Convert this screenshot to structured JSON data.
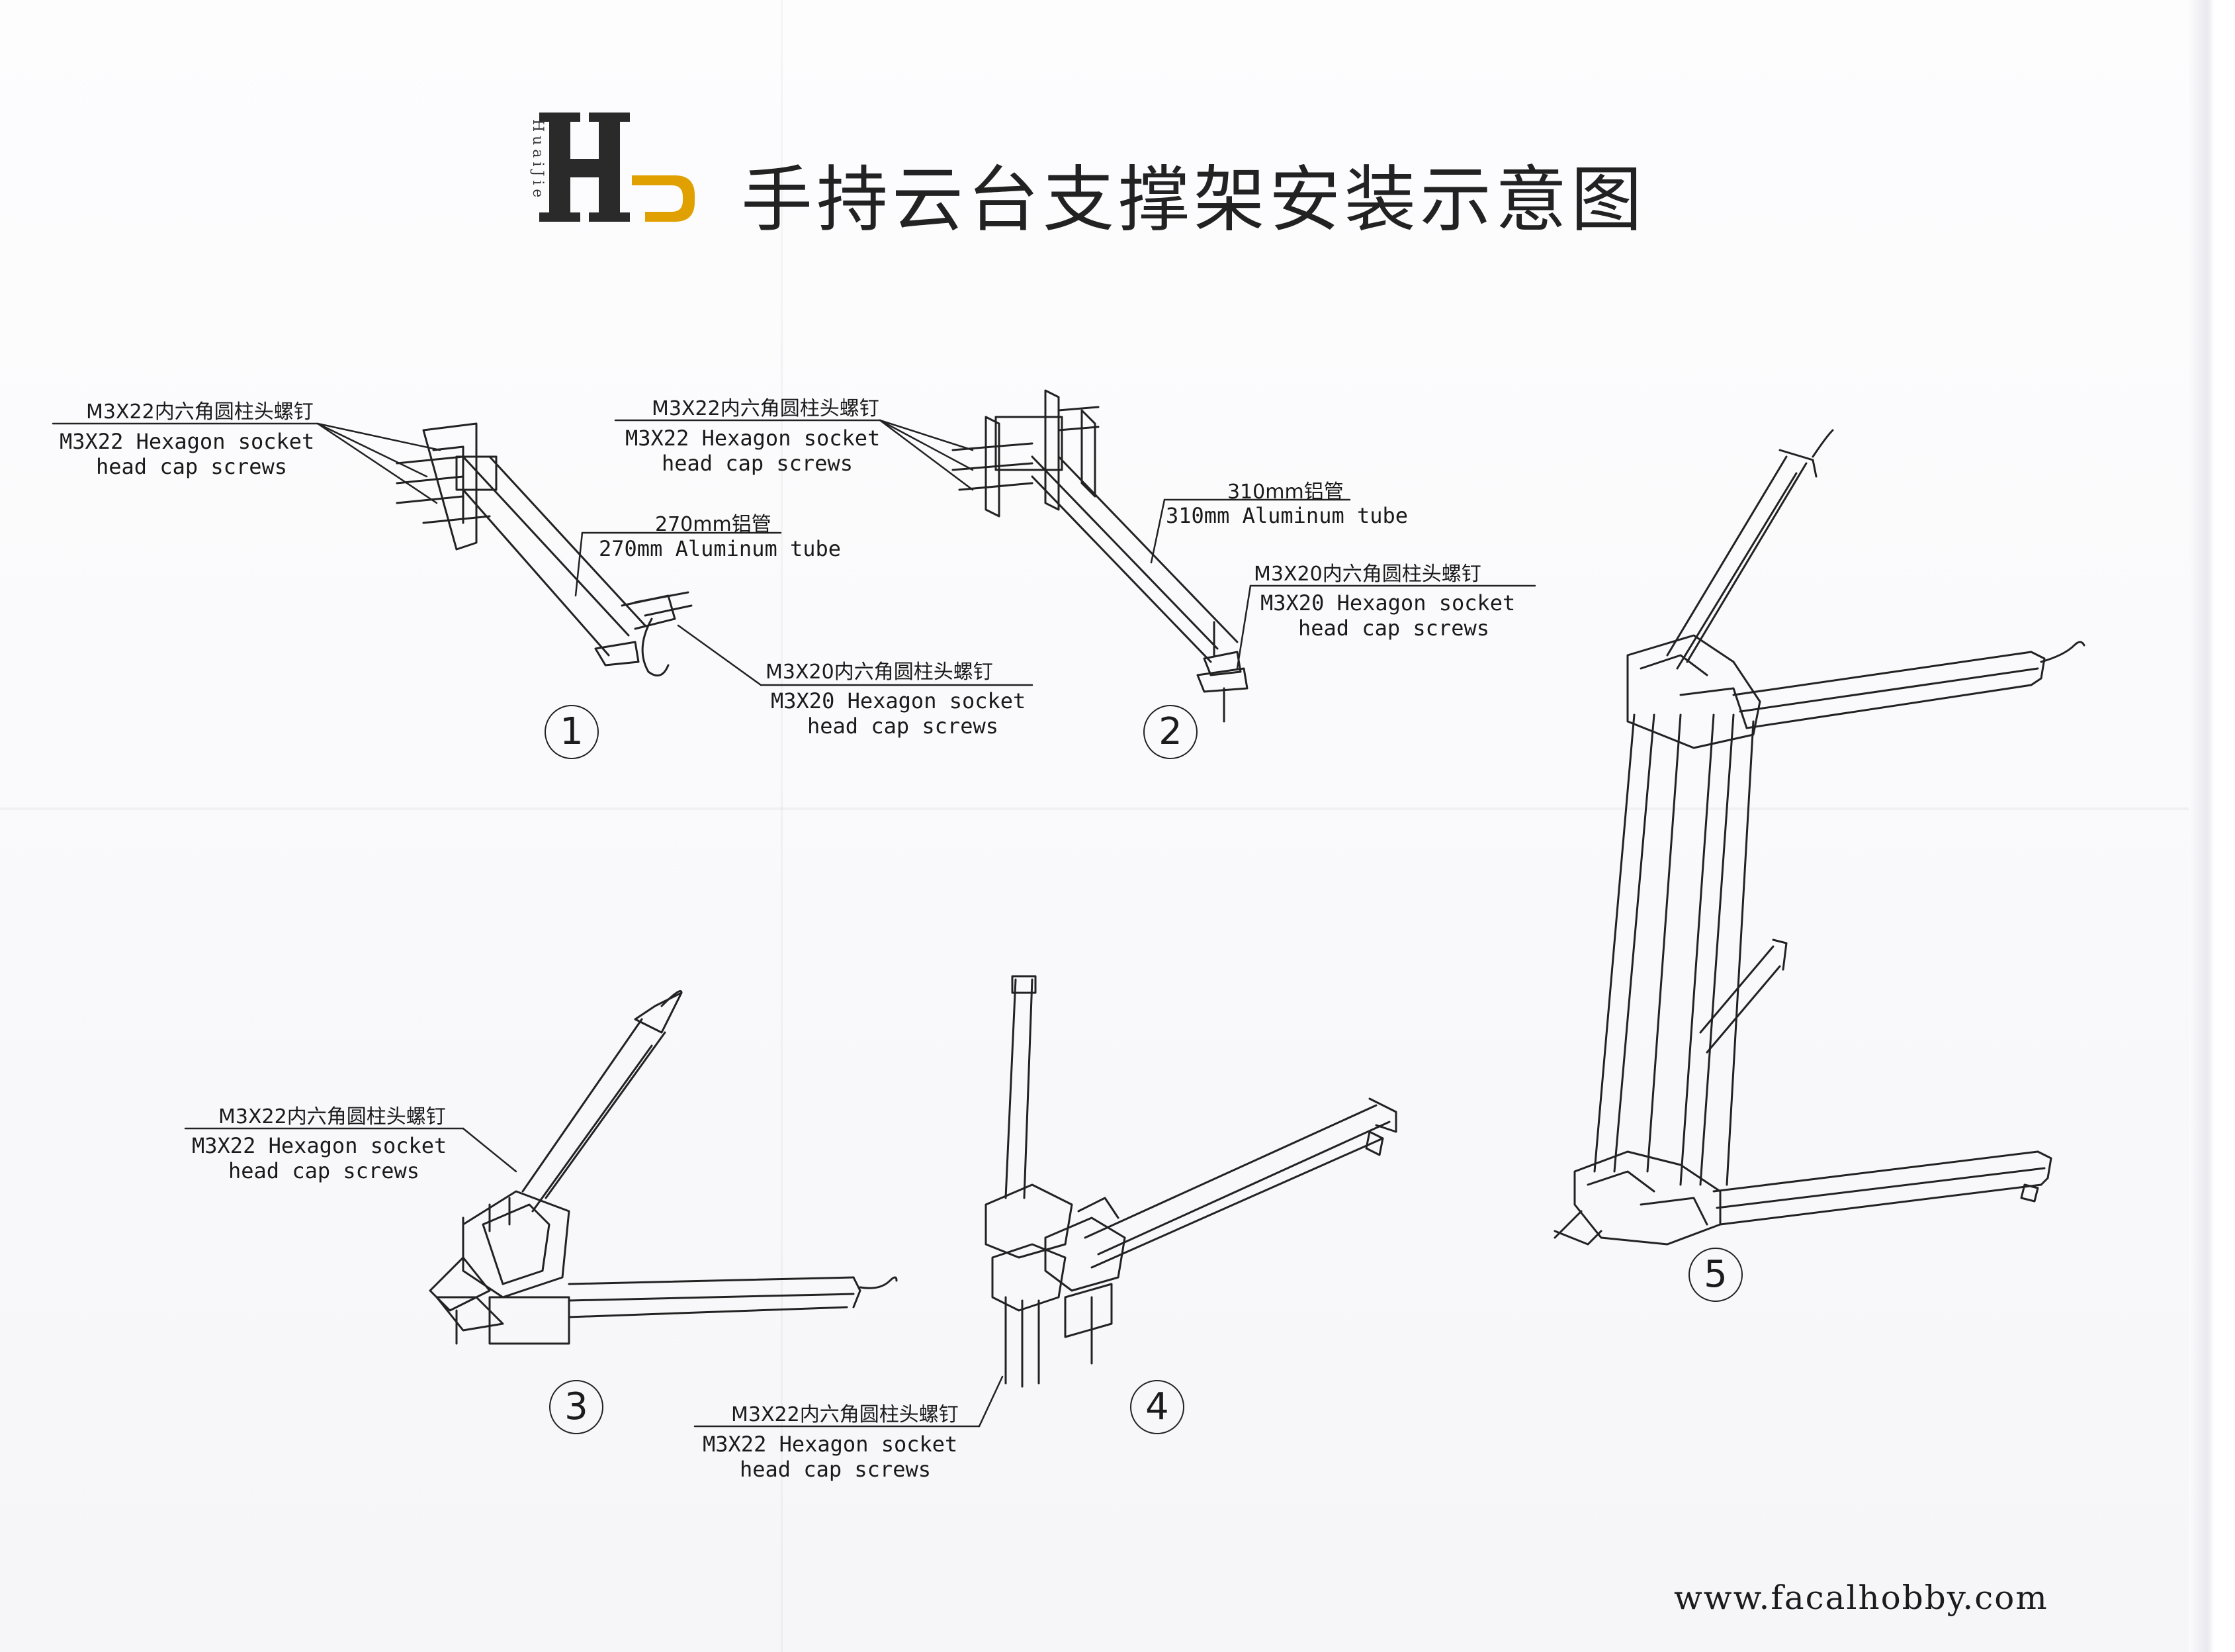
{
  "title": "手持云台支撑架安装示意图",
  "logo": {
    "letters": "HJ",
    "vertical_text": "HuaiJie",
    "accent_color": "#e0a000"
  },
  "labels": {
    "s1_screw_top_cn": "M3X22内六角圆柱头螺钉",
    "s1_screw_top_en1": "M3X22 Hexagon socket",
    "s1_screw_top_en2": "head cap screws",
    "s1_tube_cn": "270mm铝管",
    "s1_tube_en": "270mm Aluminum tube",
    "s1_screw_bot_cn": "M3X20内六角圆柱头螺钉",
    "s1_screw_bot_en1": "M3X20 Hexagon socket",
    "s1_screw_bot_en2": "head cap screws",
    "s2_screw_top_cn": "M3X22内六角圆柱头螺钉",
    "s2_screw_top_en1": "M3X22 Hexagon socket",
    "s2_screw_top_en2": "head cap screws",
    "s2_tube_cn": "310mm铝管",
    "s2_tube_en": "310mm Aluminum tube",
    "s2_screw_bot_cn": "M3X20内六角圆柱头螺钉",
    "s2_screw_bot_en1": "M3X20 Hexagon socket",
    "s2_screw_bot_en2": "head cap screws",
    "s3_screw_cn": "M3X22内六角圆柱头螺钉",
    "s3_screw_en1": "M3X22 Hexagon socket",
    "s3_screw_en2": "head cap screws",
    "s4_screw_cn": "M3X22内六角圆柱头螺钉",
    "s4_screw_en1": "M3X22 Hexagon socket",
    "s4_screw_en2": "head cap screws"
  },
  "steps": [
    "1",
    "2",
    "3",
    "4",
    "5"
  ],
  "website": "www.facalhobby.com"
}
